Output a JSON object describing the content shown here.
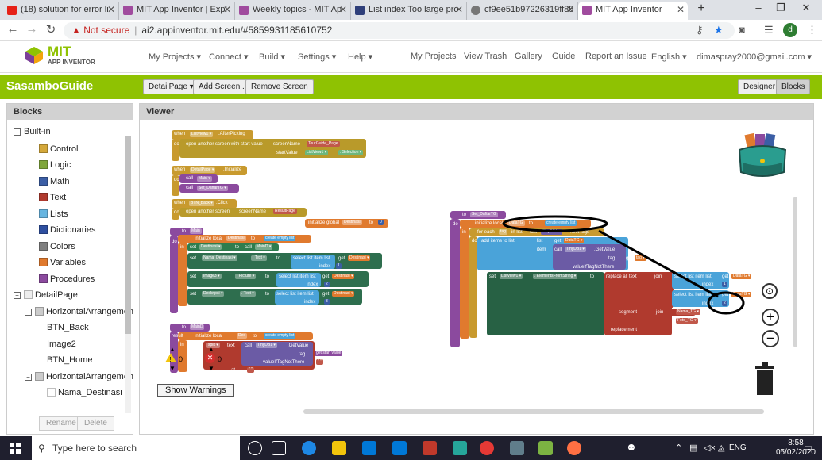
{
  "browser": {
    "tabs": [
      {
        "label": "(18) solution for error li",
        "color": "#e62117"
      },
      {
        "label": "MIT App Inventor | Expl",
        "color": "#a04b9e"
      },
      {
        "label": "Weekly topics - MIT Ap",
        "color": "#a04b9e"
      },
      {
        "label": "List index Too large pro",
        "color": "#2f3f7a"
      },
      {
        "label": "cf9ee51b97226319ff85",
        "color": "#555555"
      },
      {
        "label": "MIT App Inventor",
        "color": "#a04b9e"
      }
    ],
    "not_secure": "Not secure",
    "url": "ai2.appinventor.mit.edu/#5859931185610752",
    "profile_initial": "d"
  },
  "app": {
    "logo_top": "MIT",
    "logo_bottom": "APP INVENTOR",
    "menu_left": [
      "My Projects ▾",
      "Connect ▾",
      "Build ▾",
      "Settings ▾",
      "Help ▾"
    ],
    "menu_right": [
      "My Projects",
      "View Trash",
      "Gallery",
      "Guide",
      "Report an Issue",
      "English ▾",
      "dimaspray2000@gmail.com ▾"
    ],
    "project_name": "SasamboGuide",
    "screen_select": "DetailPage ▾",
    "add_screen": "Add Screen ...",
    "remove_screen": "Remove Screen",
    "designer": "Designer",
    "blocks": "Blocks"
  },
  "blocks_panel": {
    "title": "Blocks",
    "builtin": "Built-in",
    "items": [
      {
        "label": "Control",
        "color": "#d4a83a"
      },
      {
        "label": "Logic",
        "color": "#7fa63a"
      },
      {
        "label": "Math",
        "color": "#3b5ea5"
      },
      {
        "label": "Text",
        "color": "#b03a2e"
      },
      {
        "label": "Lists",
        "color": "#67b5e0"
      },
      {
        "label": "Dictionaries",
        "color": "#2e4fa0"
      },
      {
        "label": "Colors",
        "color": "#7f7f7f"
      },
      {
        "label": "Variables",
        "color": "#e07a2e"
      },
      {
        "label": "Procedures",
        "color": "#8b4a9e"
      }
    ],
    "detail_page": "DetailPage",
    "components": [
      "HorizontalArrangemen",
      "BTN_Back",
      "Image2",
      "BTN_Home",
      "HorizontalArrangemen",
      "Nama_Destinasi"
    ],
    "rename": "Rename",
    "delete": "Delete"
  },
  "viewer": {
    "title": "Viewer",
    "show_warnings": "Show Warnings",
    "warning_count": "0",
    "error_count": "0"
  },
  "block_text": {
    "b1": [
      "when",
      "ListView1 ▾",
      ".AfterPicking",
      "do",
      "open another screen with start value",
      "screenName",
      "TourGuide_Page",
      "startValue",
      "ListView1 ▾",
      ". Selection ▾"
    ],
    "b2": [
      "when",
      "DetailPage ▾",
      ".Initialize",
      "do",
      "call",
      "Main ▾",
      "call",
      "Set_DaftarTG ▾"
    ],
    "b3": [
      "when",
      "BTN_Back ▾",
      ".Click",
      "do",
      "open another screen",
      "screenName",
      "ResultPage"
    ],
    "g": [
      "initialize global",
      "Destinasi",
      "to",
      "0"
    ],
    "b4": [
      "to",
      "Main",
      "do",
      "initialize local",
      "Destinasi",
      "to",
      "create empty list",
      "in",
      "set",
      "Destinasi ▾",
      "to",
      "call",
      "MainD ▾",
      "set",
      "Nama_Destinasi ▾",
      ". Text ▾",
      "to",
      "select list item list",
      "get",
      "Destinasi ▾",
      "index",
      "1",
      "set",
      "Image3 ▾",
      ". Picture ▾",
      "to",
      "select list item list",
      "get",
      "Destinasi ▾",
      "index",
      "2",
      "set",
      "Deskripsi ▾",
      ". Text ▾",
      "to",
      "select list item list",
      "get",
      "Destinasi ▾",
      "index",
      "3"
    ],
    "b5": [
      "to",
      "MainD",
      "result",
      "initialize local",
      "Des",
      "to",
      "create empty list",
      "in",
      "split ▾",
      "text",
      "call",
      "TinyDB1 ▾",
      ".GetValue",
      "tag",
      "get start value",
      "valueIfTagNotThere",
      "\" \"",
      "at",
      "\" \""
    ],
    "b6": [
      "to",
      "Set_DaftarTG",
      "do",
      "initialize local",
      "DataTG",
      "to",
      "create empty list",
      "in",
      "for each",
      "tag",
      "in list",
      "call",
      "TinyDB1 ▾",
      ".GetTags",
      "do",
      "add items to list",
      "list",
      "get",
      "DataTG ▾",
      "item",
      "call",
      "TinyDB1 ▾",
      ".GetValue",
      "tag",
      "get",
      "tag ▾",
      "valueIfTagNotThere",
      "set",
      "ListView1 ▾",
      ". ElementsFromString ▾",
      "to",
      "replace all text",
      "join",
      "select list item list",
      "get",
      "DataTG ▾",
      "index",
      "1",
      "select list item list",
      "get",
      "DataTG ▾",
      "index",
      "2",
      "segment",
      "join",
      "Nama_TG ▾",
      "replacement",
      "Foto_TG ▾"
    ]
  },
  "taskbar": {
    "search": "Type here to search",
    "lang": "ENG",
    "time": "8:58",
    "date": "05/02/2020"
  }
}
